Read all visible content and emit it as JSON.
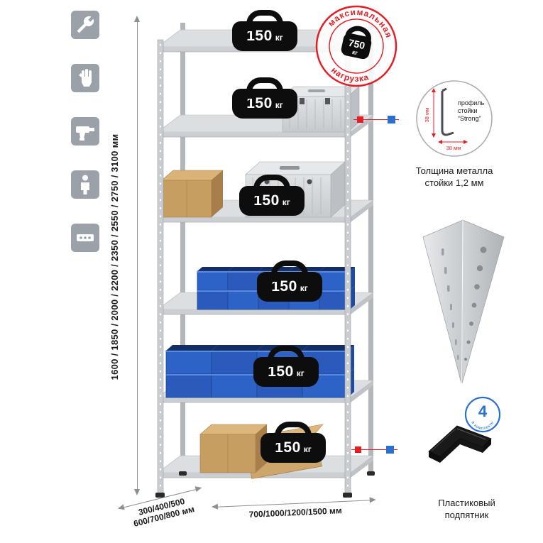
{
  "palette": {
    "red": "#e31e24",
    "blue": "#2b6fd0",
    "icon_tile_bg": "#9aa1a8",
    "metal_light": "#dcdfe2",
    "metal_mid": "#c3c7cb",
    "dimension_line": "#8a8f94",
    "text": "#1a1a1a"
  },
  "left_toolbar": {
    "icons": [
      {
        "name": "wrench-icon"
      },
      {
        "name": "glove-icon"
      },
      {
        "name": "drill-icon"
      },
      {
        "name": "person-icon"
      },
      {
        "name": "perforated-profile-icon"
      }
    ]
  },
  "dimensions": {
    "height_label": "1600 / 1850 / 2000 / 2200 / 2350 / 2550 / 2750 / 3100 мм",
    "depth_line1": "300/400/500",
    "depth_line2": "600/700/800 мм",
    "width_label": "700/1000/1200/1500 мм"
  },
  "shelf_weights": {
    "value": "150",
    "unit": "кг",
    "count": 6
  },
  "max_load_stamp": {
    "arc_top": "максимальная",
    "arc_bottom": "нагрузка",
    "value": "750",
    "unit": "кг"
  },
  "profile_detail": {
    "line1": "профиль",
    "line2": "стойки",
    "line3": "“Strong”",
    "dim_vertical": "38 мм",
    "dim_horizontal": "38 мм",
    "caption_line1": "Толщина металла",
    "caption_line2": "стойки 1,2 мм"
  },
  "foot": {
    "badge_value": "4",
    "badge_text": "в комплекте",
    "caption_line1": "Пластиковый",
    "caption_line2": "подпятник"
  }
}
